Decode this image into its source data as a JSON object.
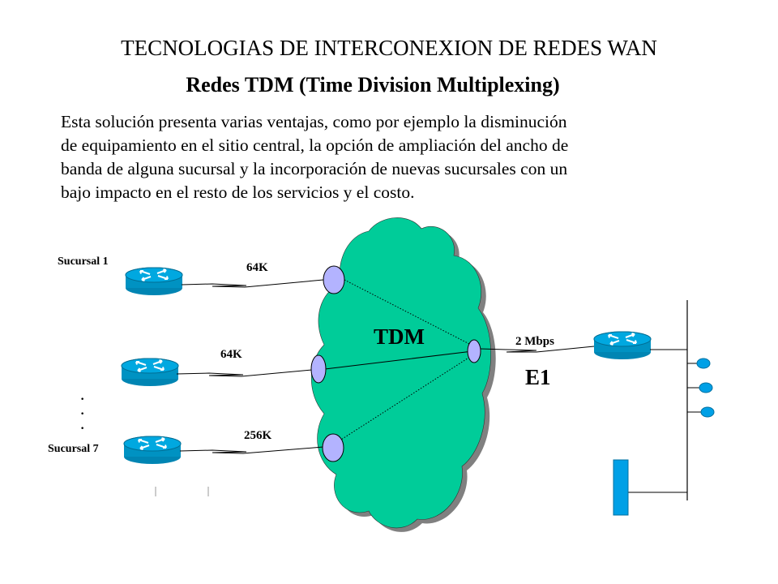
{
  "header": {
    "title": "TECNOLOGIAS DE INTERCONEXION DE REDES WAN",
    "subtitle": "Redes TDM (Time Division Multiplexing)"
  },
  "body": {
    "paragraph_lines": [
      "Esta solución presenta varias ventajas, como por ejemplo la disminución",
      "de equipamiento en el sitio central, la opción de ampliación del ancho de",
      "banda de alguna sucursal y la incorporación de nuevas sucursales con un",
      "bajo impacto en el resto de los servicios y el costo."
    ]
  },
  "diagram": {
    "cloud_label": "TDM",
    "branch_top_label": "Sucursal 1",
    "branch_bottom_label": "Sucursal 7",
    "ellipsis": "·",
    "links": [
      {
        "speed": "64K"
      },
      {
        "speed": "64K"
      },
      {
        "speed": "256K"
      }
    ],
    "central_link_speed": "2 Mbps",
    "central_link_type": "E1",
    "colors": {
      "cloud": "#00cc99",
      "cloud_shadow": "#808080",
      "router": "#0099cc",
      "port": "#b3b3ff",
      "host": "#00a0e6"
    }
  }
}
